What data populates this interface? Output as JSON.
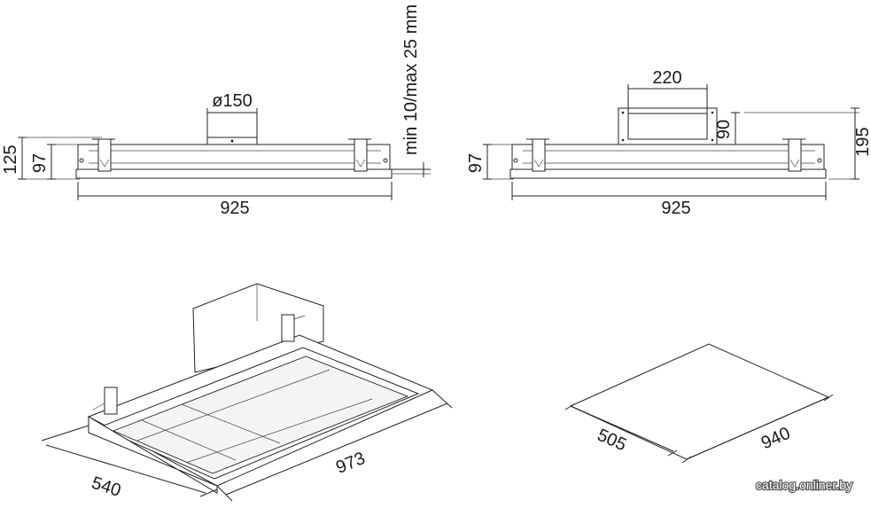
{
  "views": {
    "side_left": {
      "width_label": "925",
      "height_outer_label": "125",
      "height_inner_label": "97",
      "duct_label": "ø150",
      "clearance_label": "min 10/max 25 mm"
    },
    "side_right": {
      "width_label": "925",
      "height_label": "97",
      "total_height_label": "195",
      "outlet_width_label": "220",
      "outlet_height_label": "90"
    },
    "isometric_unit": {
      "length_label": "973",
      "depth_label": "540"
    },
    "cutout": {
      "length_label": "940",
      "depth_label": "505"
    }
  },
  "watermark": "catalog.onliner.by",
  "colors": {
    "line": "#222222",
    "background": "#ffffff"
  }
}
